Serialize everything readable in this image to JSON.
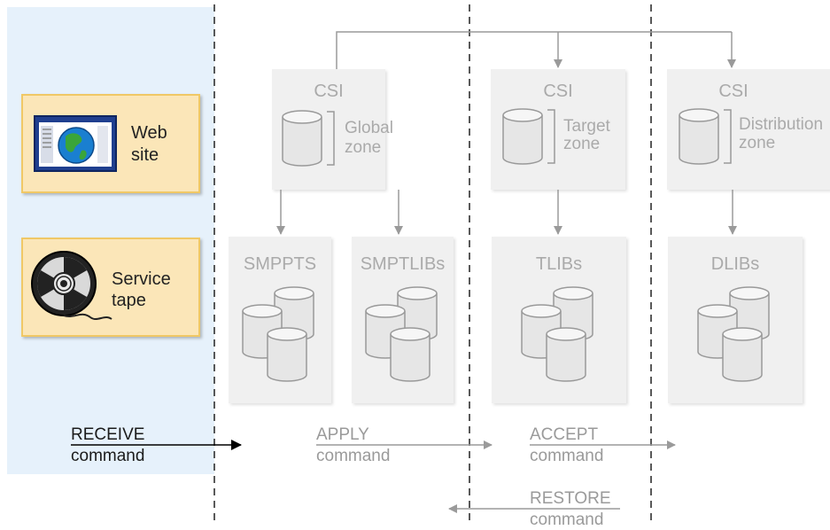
{
  "sources": {
    "web": {
      "label_line1": "Web",
      "label_line2": "site",
      "icon": "web-site-globe-icon"
    },
    "tape": {
      "label_line1": "Service",
      "label_line2": "tape",
      "icon": "tape-reel-icon"
    }
  },
  "zones": {
    "global": {
      "title": "CSI",
      "line1": "Global",
      "line2": "zone"
    },
    "target": {
      "title": "CSI",
      "line1": "Target",
      "line2": "zone"
    },
    "distribution": {
      "title": "CSI",
      "line1": "Distribution",
      "line2": "zone"
    }
  },
  "libraries": {
    "smppts": "SMPPTS",
    "smptlibs": "SMPTLIBs",
    "tlibs": "TLIBs",
    "dlibs": "DLIBs"
  },
  "commands": {
    "receive": {
      "line1": "RECEIVE",
      "line2": "command"
    },
    "apply": {
      "line1": "APPLY",
      "line2": "command"
    },
    "accept": {
      "line1": "ACCEPT",
      "line2": "command"
    },
    "restore": {
      "line1": "RESTORE",
      "line2": "command"
    }
  },
  "colors": {
    "left_panel": "#e6f1fb",
    "source_card": "#fbe6b8",
    "box": "#f0f0f0",
    "inactive_text": "#aaaaaa",
    "active_text": "#1b1b1b"
  }
}
